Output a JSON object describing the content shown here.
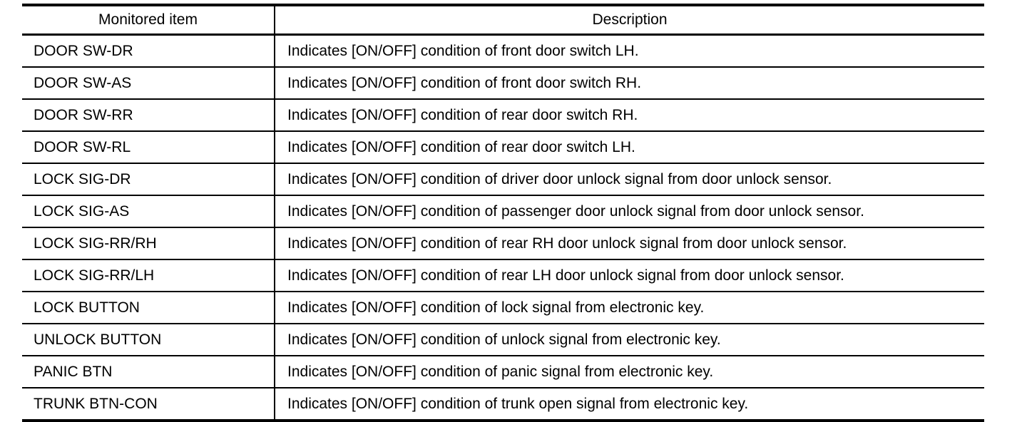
{
  "table": {
    "columns": [
      {
        "key": "item",
        "header": "Monitored item",
        "align": "center"
      },
      {
        "key": "description",
        "header": "Description",
        "align": "center"
      }
    ],
    "rows": [
      {
        "item": "DOOR SW-DR",
        "description": "Indicates [ON/OFF] condition of front door switch LH."
      },
      {
        "item": "DOOR SW-AS",
        "description": "Indicates [ON/OFF] condition of front door switch RH."
      },
      {
        "item": "DOOR SW-RR",
        "description": "Indicates [ON/OFF] condition of rear door switch RH."
      },
      {
        "item": "DOOR SW-RL",
        "description": "Indicates [ON/OFF] condition of rear door switch LH."
      },
      {
        "item": "LOCK SIG-DR",
        "description": "Indicates [ON/OFF] condition of driver door unlock signal from door unlock sensor."
      },
      {
        "item": "LOCK SIG-AS",
        "description": "Indicates [ON/OFF] condition of passenger door unlock signal from door unlock sensor."
      },
      {
        "item": "LOCK SIG-RR/RH",
        "description": "Indicates [ON/OFF] condition of rear RH door unlock signal from door unlock sensor."
      },
      {
        "item": "LOCK SIG-RR/LH",
        "description": "Indicates [ON/OFF] condition of rear LH door unlock signal from door unlock sensor."
      },
      {
        "item": "LOCK BUTTON",
        "description": "Indicates [ON/OFF] condition of lock signal from electronic key."
      },
      {
        "item": "UNLOCK BUTTON",
        "description": "Indicates [ON/OFF] condition of unlock signal from electronic key."
      },
      {
        "item": "PANIC BTN",
        "description": "Indicates [ON/OFF] condition of panic signal from electronic key."
      },
      {
        "item": "TRUNK BTN-CON",
        "description": "Indicates [ON/OFF] condition of trunk open signal from electronic key."
      }
    ]
  },
  "colors": {
    "rule": "#000000",
    "background": "#ffffff",
    "text": "#000000"
  }
}
